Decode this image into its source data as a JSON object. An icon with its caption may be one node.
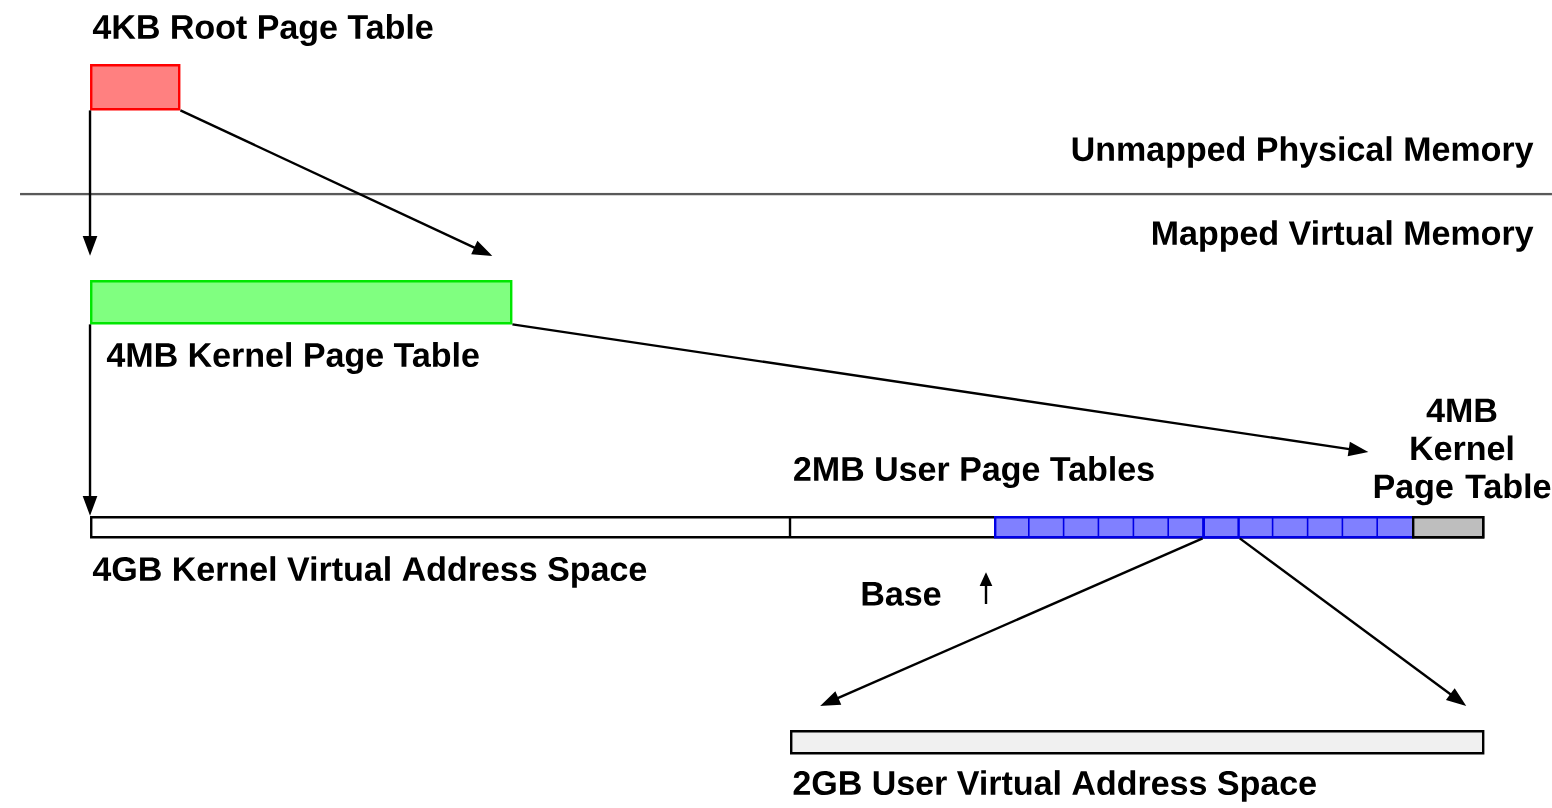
{
  "diagram": {
    "nodes": [
      {
        "text": [
          "4KB Root Page Table"
        ]
      },
      {
        "text": [
          "4MB Kernel Page Table"
        ]
      },
      {
        "text": [
          "4GB Kernel Virtual Address Space"
        ]
      },
      {
        "text": [
          "2MB User Page Tables"
        ],
        "in": 2
      },
      {
        "text": [
          "4MB Kernel Page Table"
        ],
        "in": 2
      },
      {
        "text": [],
        "shape": "box",
        "in": 3
      },
      {
        "text": [
          "2GB User Virtual Address Space"
        ]
      }
    ],
    "edges": [
      {
        "from": 0,
        "to": 1,
        "arrow": "to"
      },
      {
        "from": 0,
        "to": 1,
        "arrow": "to"
      },
      {
        "from": 1,
        "to": 2,
        "arrow": "to"
      },
      {
        "from": 1,
        "to": 4,
        "arrow": "to"
      },
      {
        "from": 5,
        "to": 6,
        "arrow": "to"
      },
      {
        "from": 5,
        "to": 6,
        "arrow": "to"
      }
    ],
    "labels": [
      "Unmapped Physical Memory",
      "Mapped Virtual Memory",
      "Base"
    ]
  }
}
